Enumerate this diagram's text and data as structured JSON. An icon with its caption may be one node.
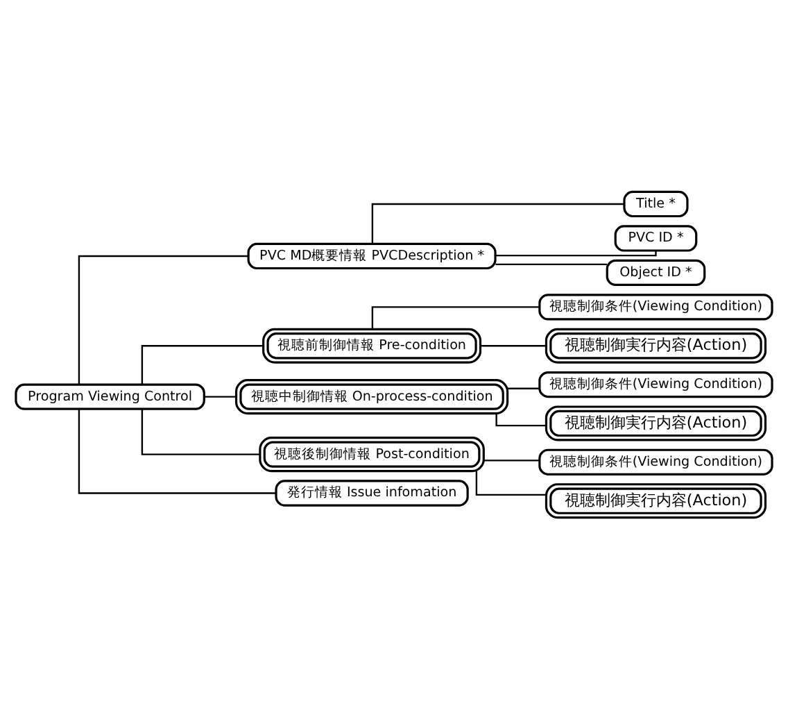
{
  "diagram": {
    "nodes": [
      {
        "text": [
          "Program Viewing Control"
        ]
      },
      {
        "text": [
          "PVC MD概要情報 PVCDescription *"
        ]
      },
      {
        "text": [
          "Title *"
        ]
      },
      {
        "text": [
          "PVC ID *"
        ]
      },
      {
        "text": [
          "Object ID *"
        ]
      },
      {
        "text": [
          "視聴前制御情報 Pre-condition"
        ]
      },
      {
        "text": [
          "視聴制御条件(Viewing Condition)"
        ]
      },
      {
        "text": [
          "視聴制御実行内容(Action)"
        ]
      },
      {
        "text": [
          "視聴中制御情報 On-process-condition"
        ]
      },
      {
        "text": [
          "視聴制御条件(Viewing Condition)"
        ]
      },
      {
        "text": [
          "視聴制御実行内容(Action)"
        ]
      },
      {
        "text": [
          "視聴後制御情報 Post-condition"
        ]
      },
      {
        "text": [
          "視聴制御条件(Viewing Condition)"
        ]
      },
      {
        "text": [
          "視聴制御実行内容(Action)"
        ]
      },
      {
        "text": [
          "発行情報 Issue infomation"
        ]
      }
    ],
    "edges": [
      {
        "from": 0,
        "to": 1,
        "arrow": "none"
      },
      {
        "from": 1,
        "to": 2,
        "arrow": "none"
      },
      {
        "from": 1,
        "to": 3,
        "arrow": "none"
      },
      {
        "from": 1,
        "to": 4,
        "arrow": "none"
      },
      {
        "from": 0,
        "to": 5,
        "arrow": "none"
      },
      {
        "from": 5,
        "to": 6,
        "arrow": "none"
      },
      {
        "from": 5,
        "to": 7,
        "arrow": "none"
      },
      {
        "from": 0,
        "to": 8,
        "arrow": "none"
      },
      {
        "from": 8,
        "to": 9,
        "arrow": "none"
      },
      {
        "from": 8,
        "to": 10,
        "arrow": "none"
      },
      {
        "from": 0,
        "to": 11,
        "arrow": "none"
      },
      {
        "from": 11,
        "to": 12,
        "arrow": "none"
      },
      {
        "from": 11,
        "to": 13,
        "arrow": "none"
      },
      {
        "from": 0,
        "to": 14,
        "arrow": "none"
      }
    ]
  }
}
